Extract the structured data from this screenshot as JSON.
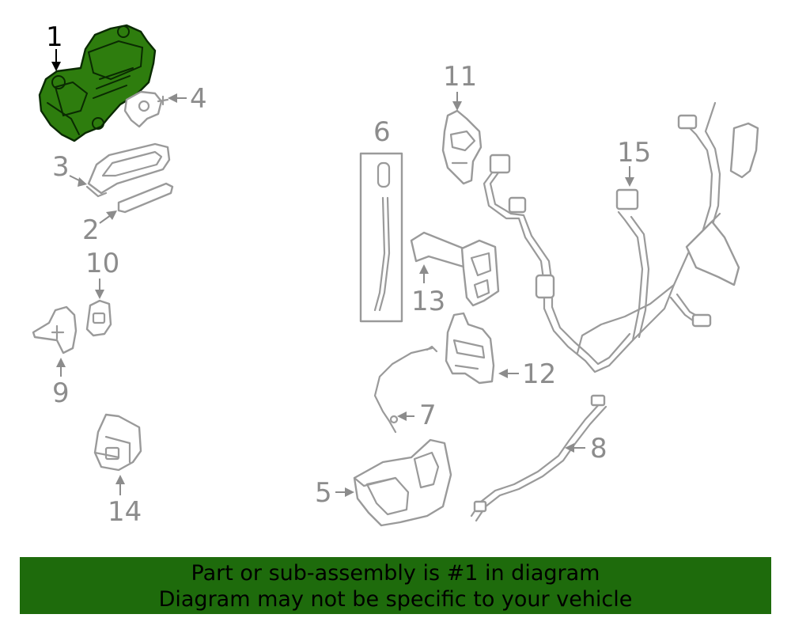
{
  "diagram": {
    "callouts": [
      "1",
      "2",
      "3",
      "4",
      "5",
      "6",
      "7",
      "8",
      "9",
      "10",
      "11",
      "12",
      "13",
      "14",
      "15"
    ],
    "highlighted_callout": "1",
    "highlight_color": "#2e7d0e",
    "part_line_color": "#9a9a9a"
  },
  "banner": {
    "line1": "Part or sub-assembly is #1 in diagram",
    "line2": "Diagram may not be specific to your vehicle",
    "background": "#1e6b0c"
  }
}
